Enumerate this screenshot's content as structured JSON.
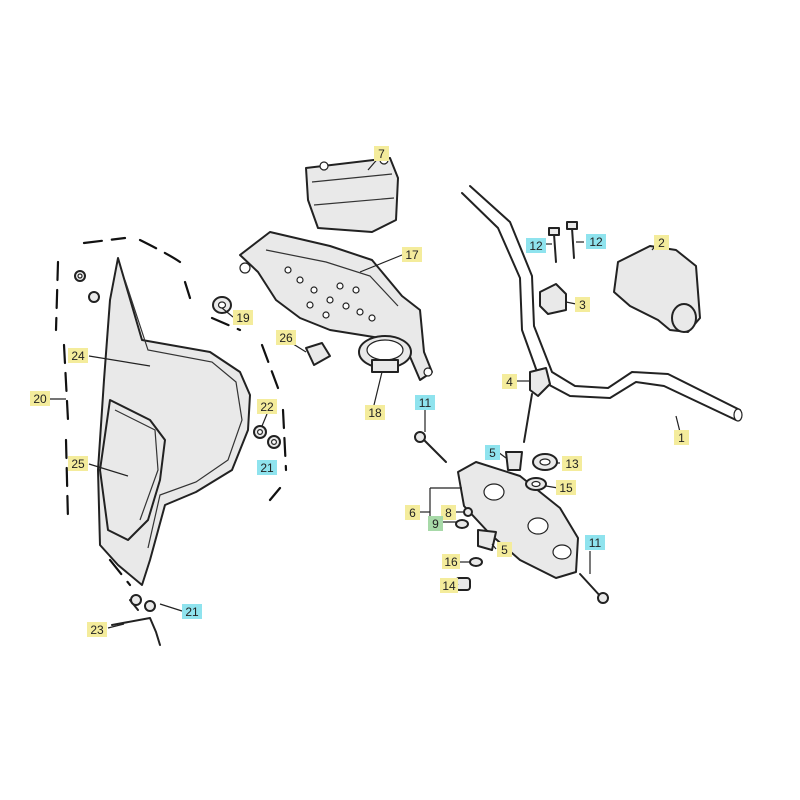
{
  "diagram": {
    "colors": {
      "yellow_label": "#f4ec9c",
      "cyan_label": "#8fe3ee",
      "green_label": "#a7d9a8",
      "line": "#222222",
      "background": "#ffffff"
    },
    "callouts": {
      "c1": "1",
      "c2": "2",
      "c3": "3",
      "c4": "4",
      "c5a": "5",
      "c5b": "5",
      "c6": "6",
      "c7": "7",
      "c8": "8",
      "c9": "9",
      "c11a": "11",
      "c11b": "11",
      "c12a": "12",
      "c12b": "12",
      "c13": "13",
      "c14": "14",
      "c15": "15",
      "c16": "16",
      "c17": "17",
      "c18": "18",
      "c19": "19",
      "c20": "20",
      "c21a": "21",
      "c21b": "21",
      "c22": "22",
      "c23": "23",
      "c24": "24",
      "c25": "25",
      "c26": "26"
    }
  }
}
